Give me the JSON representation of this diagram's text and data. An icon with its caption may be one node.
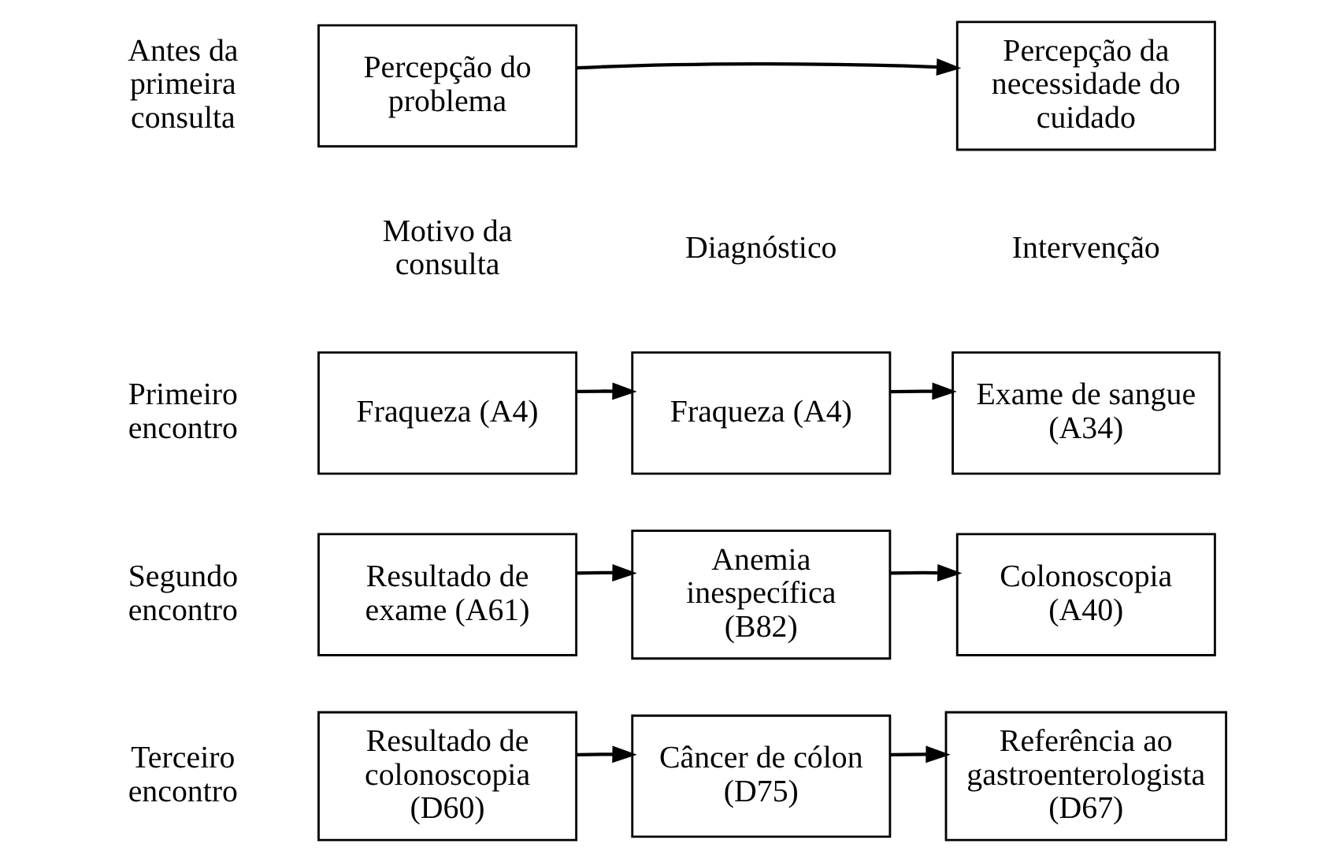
{
  "diagram": {
    "nodes": [
      {
        "text": [
          "Percepção do problema"
        ]
      },
      {
        "text": [
          "Percepção da necessidade do cuidado"
        ]
      },
      {
        "text": [
          "Fraqueza (A4)"
        ]
      },
      {
        "text": [
          "Fraqueza (A4)"
        ]
      },
      {
        "text": [
          "Exame de sangue (A34)"
        ]
      },
      {
        "text": [
          "Resultado de exame (A61)"
        ]
      },
      {
        "text": [
          "Anemia inespecífica (B82)"
        ]
      },
      {
        "text": [
          "Colonoscopia (A40)"
        ]
      },
      {
        "text": [
          "Resultado de colonoscopia (D60)"
        ]
      },
      {
        "text": [
          "Câncer de cólon (D75)"
        ]
      },
      {
        "text": [
          "Referência ao gastroenterologista (D67)"
        ]
      }
    ],
    "edges": [
      {
        "from": 0,
        "to": 1,
        "arrow": "to"
      },
      {
        "from": 2,
        "to": 3,
        "arrow": "to"
      },
      {
        "from": 3,
        "to": 4,
        "arrow": "to"
      },
      {
        "from": 5,
        "to": 6,
        "arrow": "to"
      },
      {
        "from": 6,
        "to": 7,
        "arrow": "to"
      },
      {
        "from": 8,
        "to": 9,
        "arrow": "to"
      },
      {
        "from": 9,
        "to": 10,
        "arrow": "to"
      }
    ],
    "labels": [
      "Antes da primeira consulta",
      "Motivo da consulta",
      "Diagnóstico",
      "Intervenção",
      "Primeiro encontro",
      "Segundo encontro",
      "Terceiro encontro"
    ]
  }
}
